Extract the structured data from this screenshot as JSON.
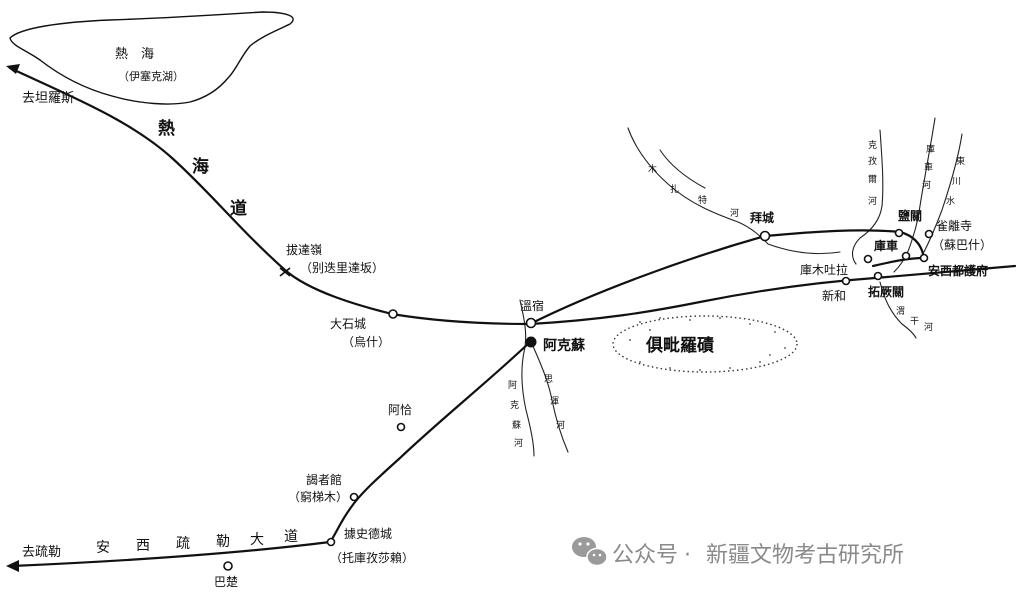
{
  "lake": {
    "name": "熱　海",
    "alt_name": "（伊塞克湖）"
  },
  "route_labels": {
    "to_talas": "去坦羅斯",
    "rehai_road": [
      "熱",
      "海",
      "道"
    ],
    "to_shule": "去疏勒",
    "anxi_road": [
      "安",
      "西",
      "疏",
      "勒",
      "大",
      "道"
    ]
  },
  "places": {
    "badaling": "拔達嶺",
    "badaling_alt": "（别迭里達坂）",
    "dashicheng": "大石城",
    "dashicheng_alt": "（烏什）",
    "wensu": "溫宿",
    "akesu": "阿克蘇",
    "aqia": "阿恰",
    "yezheguan": "謁者館",
    "yezheguan_alt": "（窮梯木）",
    "jushidecheng": "據史德城",
    "jushidecheng_alt": "（托庫孜莎賴）",
    "bachu": "巴楚",
    "baicheng": "拜城",
    "yanguan": "鹽關",
    "queli_temple": "雀離寺",
    "queli_alt": "（蘇巴什）",
    "kuche": "庫車",
    "kumutula": "庫木吐拉",
    "anxi_duhufu": "安西都護府",
    "xinhe": "新和",
    "tuojueguan": "拓厥關",
    "desert": "俱毗羅磧"
  },
  "rivers": {
    "muzhate": [
      "木",
      "扎",
      "特",
      "河"
    ],
    "kezi": [
      "克",
      "孜",
      "爾",
      "河"
    ],
    "kuche_he": [
      "庫",
      "車",
      "河"
    ],
    "dongchuan": [
      "東",
      "川",
      "水"
    ],
    "weigan": [
      "渭",
      "干",
      "河"
    ],
    "akesu_he": [
      "阿",
      "克",
      "蘇",
      "河"
    ],
    "sishiyang": [
      "思",
      "渾",
      "河"
    ]
  },
  "watermark": {
    "dot": "·",
    "account": "公众号",
    "name": "新疆文物考古研究所"
  }
}
